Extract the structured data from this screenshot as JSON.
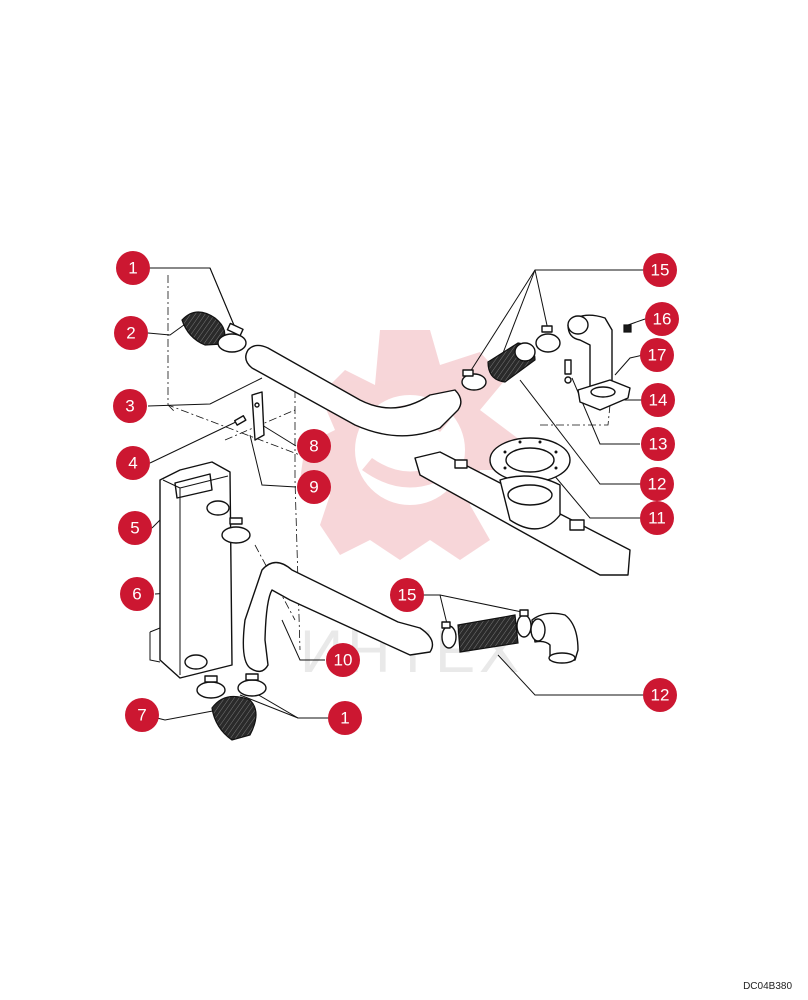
{
  "callouts": [
    {
      "id": "c1a",
      "label": "1"
    },
    {
      "id": "c2",
      "label": "2"
    },
    {
      "id": "c3",
      "label": "3"
    },
    {
      "id": "c4",
      "label": "4"
    },
    {
      "id": "c5",
      "label": "5"
    },
    {
      "id": "c6",
      "label": "6"
    },
    {
      "id": "c7",
      "label": "7"
    },
    {
      "id": "c1b",
      "label": "1"
    },
    {
      "id": "c8",
      "label": "8"
    },
    {
      "id": "c9",
      "label": "9"
    },
    {
      "id": "c10",
      "label": "10"
    },
    {
      "id": "c15a",
      "label": "15"
    },
    {
      "id": "c16",
      "label": "16"
    },
    {
      "id": "c17",
      "label": "17"
    },
    {
      "id": "c14",
      "label": "14"
    },
    {
      "id": "c13",
      "label": "13"
    },
    {
      "id": "c12a",
      "label": "12"
    },
    {
      "id": "c11",
      "label": "11"
    },
    {
      "id": "c15b",
      "label": "15"
    },
    {
      "id": "c12b",
      "label": "12"
    }
  ],
  "watermark": {
    "text": "ИНТЕХ",
    "color": "#f4c6c9"
  },
  "colors": {
    "callout": "#cc1731",
    "line": "#111111"
  },
  "diagram_code": "DC04B380"
}
